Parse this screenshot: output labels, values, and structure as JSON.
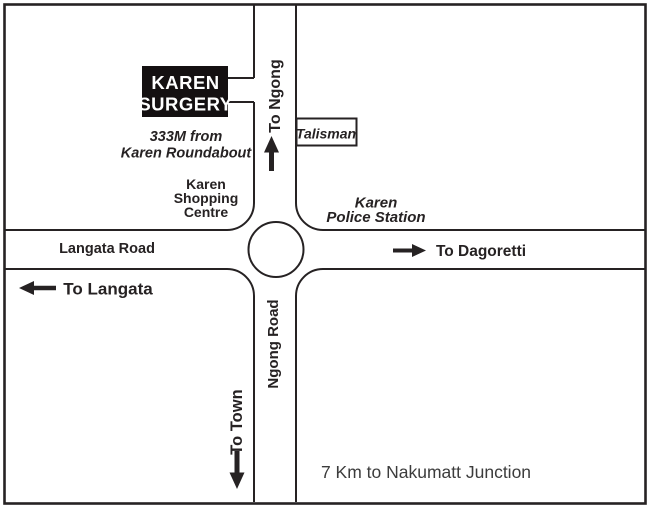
{
  "colors": {
    "ink": "#262223",
    "background": "#ffffff",
    "surgery_box_fill": "#141011",
    "surgery_box_text": "#ffffff",
    "footer_text": "#3c3c3c"
  },
  "surgery": {
    "name_line1": "KAREN",
    "name_line2": "SURGERY",
    "note_line1": "333M from",
    "note_line2": "Karen Roundabout"
  },
  "landmarks": {
    "shopping_centre_line1": "Karen",
    "shopping_centre_line2": "Shopping",
    "shopping_centre_line3": "Centre",
    "talisman": "Talisman",
    "police_line1": "Karen",
    "police_line2": "Police Station"
  },
  "roads": {
    "langata_label": "Langata Road",
    "ngong_label": "Ngong Road"
  },
  "directions": {
    "to_ngong": "To Ngong",
    "to_dagoretti": "To Dagoretti",
    "to_langata": "To Langata",
    "to_town": "To Town"
  },
  "icons": {
    "to_ngong_arrow": "↑",
    "to_dagoretti_arrow": "→",
    "to_langata_arrow": "←",
    "to_town_arrow": "↓"
  },
  "footer": {
    "distance_note": "7 Km to Nakumatt Junction"
  }
}
